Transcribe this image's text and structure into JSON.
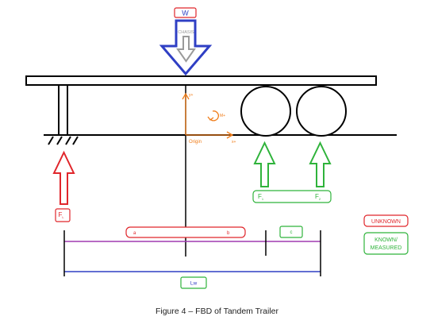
{
  "figure": {
    "caption": "Figure 4 – FBD of Tandem Trailer"
  },
  "loads": {
    "w_label": "W",
    "chassis_label": "CHASIS"
  },
  "axes": {
    "y_label": "y+",
    "x_label": "x+",
    "moment_label": "M+",
    "origin_label": "Origin"
  },
  "forces": {
    "front_main": "F",
    "front_sub": "L",
    "rear1_main": "F",
    "rear1_sub": "1",
    "rear2_main": "F",
    "rear2_sub": "2"
  },
  "dimensions": {
    "a": "a",
    "b": "b",
    "c": "c",
    "lw": "Lw"
  },
  "legend": {
    "unknown": "UNKNOWN",
    "known_line1": "KNOWN/",
    "known_line2": "MEASURED"
  },
  "colors": {
    "unknown": "#e0262b",
    "known": "#2fb33b",
    "load": "#2f3fc4",
    "axis": "#f07d1a",
    "dimension_ab": "#a03ab0",
    "dimension_lw": "#2f3fc4",
    "chassis": "#999999"
  }
}
